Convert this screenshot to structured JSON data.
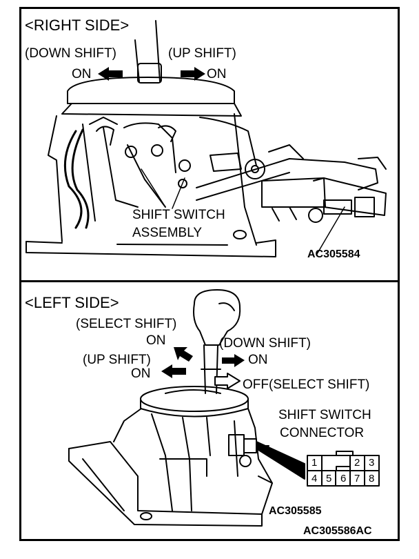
{
  "right_side": {
    "header": "<RIGHT SIDE>",
    "down_shift": "(DOWN SHIFT)",
    "down_on": "ON",
    "up_shift": "(UP SHIFT)",
    "up_on": "ON",
    "callout_line1": "SHIFT SWITCH",
    "callout_line2": "ASSEMBLY",
    "figure_code": "AC305584"
  },
  "left_side": {
    "header": "<LEFT SIDE>",
    "select_shift": "(SELECT SHIFT)",
    "select_on": "ON",
    "down_shift": "(DOWN SHIFT)",
    "down_on": "ON",
    "up_shift": "(UP SHIFT)",
    "up_on": "ON",
    "off_select": "OFF(SELECT SHIFT)",
    "connector_line1": "SHIFT SWITCH",
    "connector_line2": "CONNECTOR",
    "connector_pins_top": [
      "1",
      "2",
      "3"
    ],
    "connector_pins_bottom": [
      "4",
      "5",
      "6",
      "7",
      "8"
    ],
    "figure_code": "AC305585"
  },
  "footer_code": "AC305586AC",
  "colors": {
    "line": "#000000",
    "background": "#ffffff"
  }
}
